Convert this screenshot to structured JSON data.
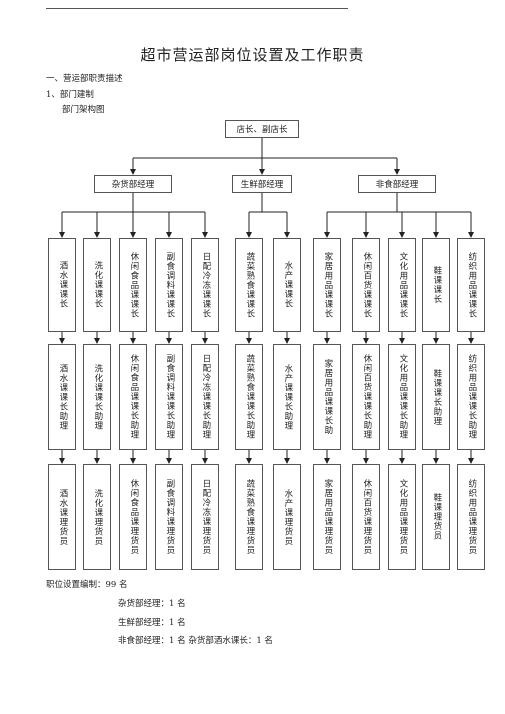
{
  "doc": {
    "title": "超市营运部岗位设置及工作职责",
    "section1": "一、营运部职责描述",
    "sub1": "1、部门建制",
    "org_label": "部门架构图"
  },
  "org": {
    "root": "店长、副店长",
    "managers": [
      "杂货部经理",
      "生鲜部经理",
      "非食部经理"
    ],
    "section_chiefs": [
      "酒水课课长",
      "洗化课课长",
      "休闲食品课课长",
      "副食调料课课长",
      "日配冷冻课课长",
      "蔬菜熟食课课长",
      "水产课课长",
      "家居用品课课长",
      "休闲百货课课长",
      "文化用品课课长",
      "鞋课课长",
      "纺织用品课课长"
    ],
    "assistants": [
      "酒水课课长助理",
      "洗化课课长助理",
      "休闲食品课课长助理",
      "副食调料课课长助理",
      "日配冷冻课课长助理",
      "蔬菜熟食课课长助理",
      "水产课课长助理",
      "家居用品课课长助",
      "休闲百货课课长助理",
      "文化用品课课长助理",
      "鞋课课长助理",
      "纺织用品课课长助理"
    ],
    "staff": [
      "酒水课理货员",
      "洗化课理货员",
      "休闲食品课理货员",
      "副食调料课理货员",
      "日配冷冻课理货员",
      "蔬菜熟食课理货员",
      "水产课理货员",
      "家居用品课理货员",
      "休闲百货课理货员",
      "文化用品课理货员",
      "鞋课理货员",
      "纺织用品课理货员"
    ]
  },
  "staffing": {
    "total": "职位设置编制：99 名",
    "line1": "杂货部经理：1 名",
    "line2": "生鲜部经理：1 名",
    "line3": "非食部经理：1 名 杂货部酒水课长：1 名"
  }
}
